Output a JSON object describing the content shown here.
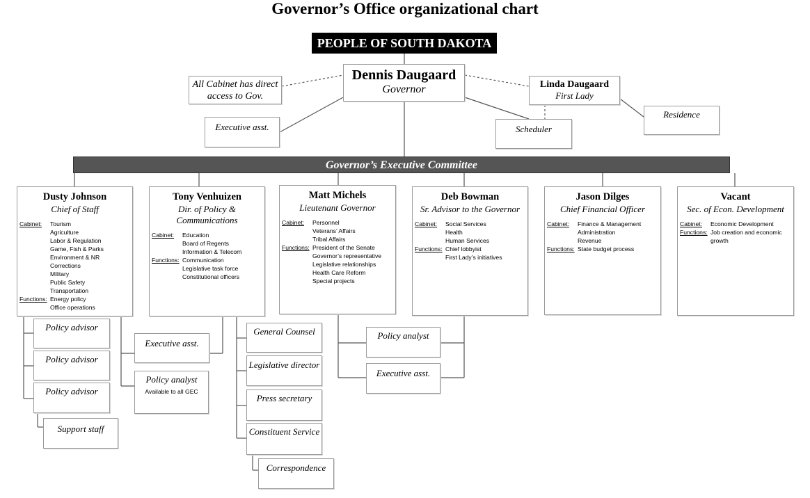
{
  "title": "Governor’s Office organizational chart",
  "people": "PEOPLE OF SOUTH DAKOTA",
  "governor": {
    "name": "Dennis Daugaard",
    "role": "Governor"
  },
  "first_lady": {
    "name": "Linda Daugaard",
    "role": "First Lady"
  },
  "cabinet_note": "All Cabinet has direct access to Gov.",
  "exec_asst_top": "Executive asst.",
  "scheduler": "Scheduler",
  "residence": "Residence",
  "committee": "Governor’s Executive Committee",
  "labels": {
    "cabinet": "Cabinet:",
    "functions": "Functions:"
  },
  "members": [
    {
      "name": "Dusty Johnson",
      "role": "Chief of Staff",
      "cabinet": [
        "Tourism",
        "Agriculture",
        "Labor & Regulation",
        "Game, Fish & Parks",
        "Environment & NR",
        "Corrections",
        "Military",
        "Public Safety",
        "Transportation"
      ],
      "functions": [
        "Energy policy",
        "Office operations"
      ]
    },
    {
      "name": "Tony Venhuizen",
      "role": "Dir. of Policy & Communications",
      "cabinet": [
        "Education",
        "Board of Regents",
        "Information & Telecom"
      ],
      "functions": [
        "Communication",
        "Legislative task force",
        "Constitutional officers"
      ]
    },
    {
      "name": "Matt Michels",
      "role": "Lieutenant Governor",
      "cabinet": [
        "Personnel",
        "Veterans’ Affairs",
        "Tribal Affairs"
      ],
      "functions": [
        "President of the Senate",
        "Governor’s representative",
        "Legislative relationships",
        "Health Care Reform",
        "Special projects"
      ]
    },
    {
      "name": "Deb Bowman",
      "role": "Sr. Advisor to the Governor",
      "cabinet": [
        "Social Services",
        "Health",
        "Human Services"
      ],
      "functions": [
        "Chief lobbyist",
        "First Lady’s initiatives"
      ]
    },
    {
      "name": "Jason Dilges",
      "role": "Chief Financial Officer",
      "cabinet": [
        "Finance & Management",
        "Administration",
        "Revenue"
      ],
      "functions": [
        "State budget process"
      ]
    },
    {
      "name": "Vacant",
      "role": "Sec. of Econ. Development",
      "cabinet": [
        "Economic Development"
      ],
      "functions": [
        "Job creation and economic growth"
      ]
    }
  ],
  "staff": {
    "policy_advisor": "Policy advisor",
    "support_staff": "Support staff",
    "executive_asst": "Executive asst.",
    "policy_analyst": "Policy analyst",
    "available_note": "Available to all GEC",
    "general_counsel": "General Counsel",
    "legislative_director": "Legislative director",
    "press_secretary": "Press secretary",
    "constituent_service": "Constituent Service",
    "correspondence": "Correspondence"
  },
  "colors": {
    "line": "#555555",
    "box_border": "#9a9a9a",
    "committee_bar": "#555555",
    "header_bar": "#000000"
  }
}
